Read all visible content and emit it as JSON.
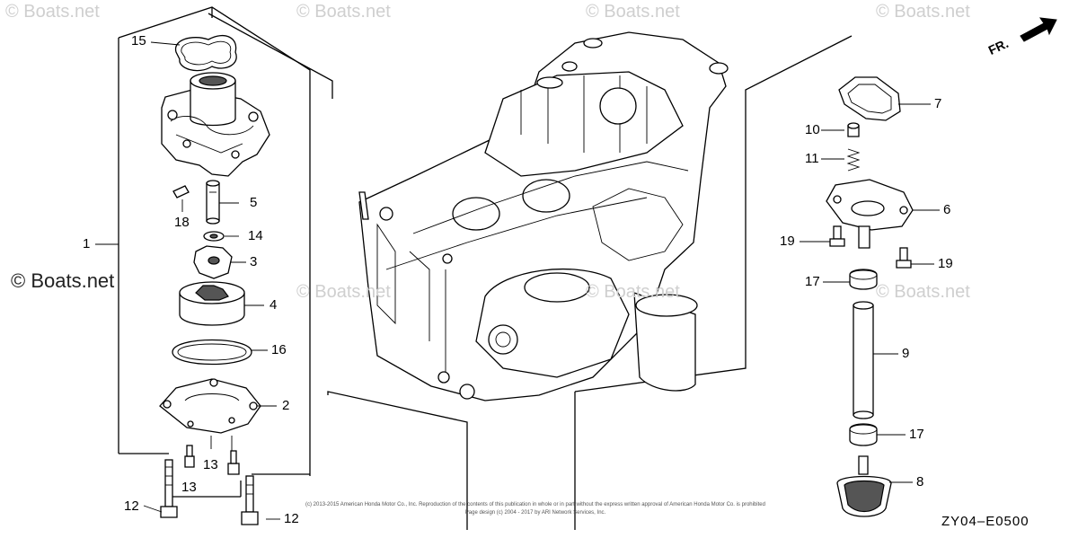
{
  "watermarks": {
    "top_1": "© Boats.net",
    "top_2": "© Boats.net",
    "top_3": "© Boats.net",
    "top_4": "© Boats.net",
    "mid_1": "© Boats.net",
    "mid_2": "© Boats.net",
    "mid_3": "© Boats.net",
    "main": "© Boats.net"
  },
  "direction_label": "FR.",
  "diagram_code": "ZY04–E0500",
  "copyright_line_1": "(c) 2013-2015 American Honda Motor Co., Inc. Reproduction of the contents of this publication in whole or in part without the express written approval of American Honda Motor Co. is prohibited",
  "copyright_line_2": "Page design (c) 2004 - 2017 by ARI Network Services, Inc.",
  "callouts": {
    "c1": "1",
    "c2": "2",
    "c3": "3",
    "c4": "4",
    "c5": "5",
    "c6": "6",
    "c7": "7",
    "c8": "8",
    "c9": "9",
    "c10": "10",
    "c11": "11",
    "c12a": "12",
    "c12b": "12",
    "c13a": "13",
    "c13b": "13",
    "c14": "14",
    "c15": "15",
    "c16": "16",
    "c17a": "17",
    "c17b": "17",
    "c18": "18",
    "c19a": "19",
    "c19b": "19"
  }
}
